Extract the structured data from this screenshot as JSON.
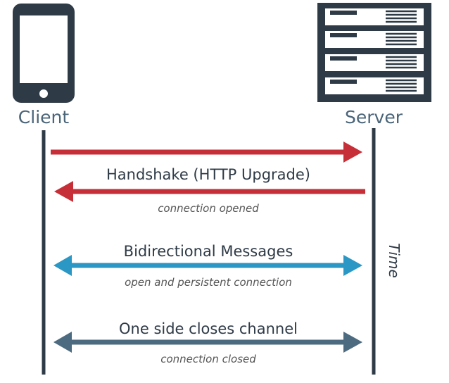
{
  "client": {
    "label": "Client"
  },
  "server": {
    "label": "Server"
  },
  "time_label": "Time",
  "colors": {
    "dark": "#2e3a46",
    "entity_label": "#4a6478",
    "red": "#c62f37",
    "blue": "#2a97c5",
    "slate": "#4d6b80",
    "caption": "#555555"
  },
  "steps": [
    {
      "title": "Handshake (HTTP Upgrade)",
      "caption": "connection opened"
    },
    {
      "title": "Bidirectional Messages",
      "caption": "open and persistent connection"
    },
    {
      "title": "One side closes channel",
      "caption": "connection closed"
    }
  ]
}
